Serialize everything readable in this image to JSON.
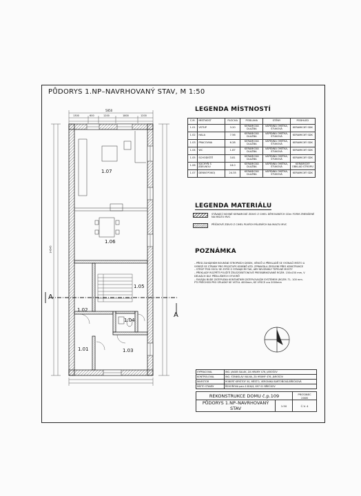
{
  "sheet": {
    "title": "PŮDORYS 1.NP–NAVRHOVANÝ STAV, M 1:50"
  },
  "plan": {
    "rooms": [
      {
        "id": "1.07",
        "label": "1.07"
      },
      {
        "id": "1.06",
        "label": "1.06"
      },
      {
        "id": "1.05",
        "label": "1.05"
      },
      {
        "id": "1.02",
        "label": "1.02"
      },
      {
        "id": "1.04",
        "label": "1.04"
      },
      {
        "id": "1.01",
        "label": "1.01"
      },
      {
        "id": "1.03",
        "label": "1.03"
      }
    ],
    "section_mark": "A",
    "dimensions": {
      "overall_width": "5850",
      "top_segments": [
        "1300",
        "600",
        "1200",
        "1800",
        "1200"
      ],
      "depth": "14545"
    }
  },
  "rooms_legend": {
    "heading": "LEGENDA MÍSTNOSTÍ",
    "columns": [
      "Č.M.",
      "MÍSTNOST",
      "PLOCHA",
      "PODLAHA",
      "STĚNY",
      "PODHLED"
    ],
    "rows": [
      [
        "1.01",
        "VSTUP",
        "3.20",
        "KERAMICKÁ DLAŽBA",
        "VÁPENNÁ OMÍTKA, ŠTUKOVÁ",
        "KERAMICKÝ SDK"
      ],
      [
        "1.02",
        "HALA",
        "7.56",
        "KERAMICKÁ DLAŽBA",
        "VÁPENNÁ OMÍTKA, ŠTUKOVÁ",
        "KERAMICKÝ SDK"
      ],
      [
        "1.03",
        "PRACOVNA",
        "6.28",
        "KERAMICKÁ DLAŽBA",
        "VÁPENNÁ OMÍTKA, ŠTUKOVÁ",
        "KERAMICKÝ SDK"
      ],
      [
        "1.04",
        "WC",
        "1.87",
        "KERAMICKÁ DLAŽBA",
        "VÁPENNÁ OMÍTKA, ŠTUKOVÁ",
        "KERAMICKÝ SDK"
      ],
      [
        "1.05",
        "SCHODIŠTĚ",
        "3.81",
        "KERAMICKÁ DLAŽBA",
        "VÁPENNÁ OMÍTKA, ŠTUKOVÁ",
        "KERAMICKÝ SDK"
      ],
      [
        "1.06",
        "KUCHYŇ S JÍDELNOU",
        "18.0",
        "KERAMICKÁ DLAŽBA",
        "VÁPENNÁ OMÍTKA, ŠTUKOVÁ",
        "KERAMICKÝ OBKLAD STROPU"
      ],
      [
        "1.07",
        "DENNÍ POKOJ",
        "24.35",
        "KERAMICKÁ DLAŽBA",
        "VÁPENNÁ OMÍTKA, ŠTUKOVÁ",
        "KERAMICKÝ SDK"
      ]
    ]
  },
  "materials_legend": {
    "heading": "LEGENDA MATERIÁLU",
    "items": [
      {
        "text": "STÁVAJÍCÍ NOSNÉ KERAMICKÉ ZDIVO Z CIHEL DĚROVANÝCH CDm FORM ZMENŠENÉ NA MALTU MVC"
      },
      {
        "text": "PŘÍČKOVÉ ZDIVO Z CIHEL PLNÝCH PÁLENÝCH NA MALTU MVC"
      }
    ]
  },
  "notes": {
    "heading": "POZNÁMKA",
    "lines": [
      "– PŘED ZAHÁJENÍM BOURÁNÍ STROPNÍCH DESEK, VĚNCŮ A PŘEKLADŮ SE VYZNAČÍ MÍSTO A",
      "   VYMEZÍ SE STRANY PRO PROSTUPY KOMÍNŮ ATD. ZPRAVIDLA ZESÍLENÍ PŘES KONSTRUKCE",
      "– STROP POD OSOU SE ZVÝŠÍ O STÁVAJÍCÍM TAK, ABY NEVZNIKLY TEPELNÉ MOSTY",
      "– PŘEKLADY ROZPĚTÍ POUŽITÍ ŽELEZOBETONOVÉ PREFABRIKOVANÉ ROZM. 150x150 mm, V",
      "   DÉLKÁCH DLE PŘÍSLUŠNÝCH OTVORŮ",
      "– FASÁDA BUDE ZATEPLENA KONTAKTNÍM ZATEPLOVACÍM SYSTÉMEM (ROZM. TL. 100 mm.",
      "   PTI    PRŮCHOD PRO SPLAŠKY KE VSTUL 4000mm, KE VÝŠCE cca 2000mm"
    ]
  },
  "title_block": {
    "rows": [
      [
        "VYPRACOVAL",
        "ING. JAKUB SALAK, ZA HRAMY 476, JAROŠOV"
      ],
      [
        "KONTROLOVAL",
        "ING. STANISLAV VALNA, ZA HRAMY 476, JAROŠOV"
      ],
      [
        "INVESTOR",
        "ROBERT KRYŠTOF 50, MĚSTO, VERONIKA BARTOŇOVÁ-BŘEČKOVÁ"
      ],
      [
        "MÍSTO STAVBY",
        "ŘEHOŘOVA parc.č.816/4, 697 01 BŘEČKOV"
      ]
    ],
    "date_label": "PROSINEC 2008",
    "project": "REKONSTRUKCE DOMU č.p.109",
    "drawing": "PŮDORYS 1.NP–NAVRHOVANÝ STAV",
    "scale": "1:50",
    "sheet_no": "Č.V. 4"
  },
  "colors": {
    "ink": "#222222",
    "paper": "#fbfbfb",
    "hatch": "#666666"
  }
}
